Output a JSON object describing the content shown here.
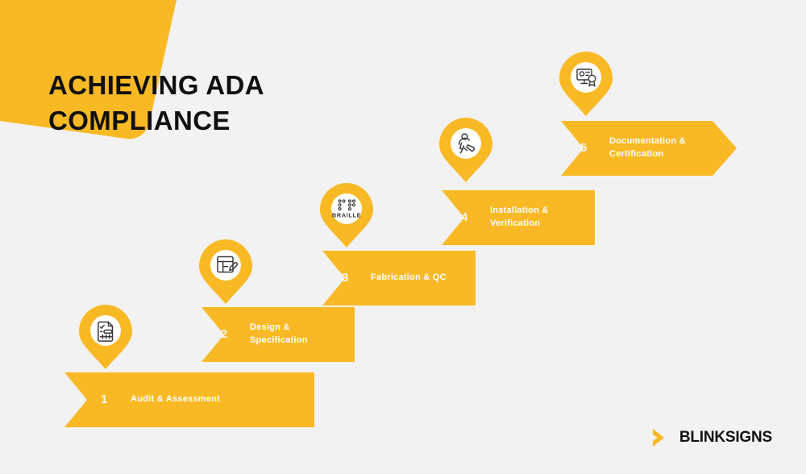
{
  "theme": {
    "background": "#f2f2f2",
    "accent": "#f9b925",
    "accent_dark": "#f2ae18",
    "title_color": "#101010",
    "step_text_color": "#ffffff",
    "icon_stroke": "#3a3a3a"
  },
  "header": {
    "title": "Achieving ADA\nCompliance"
  },
  "process": {
    "steps": [
      {
        "number": "1",
        "label": "Audit & Assessment",
        "icon": "document-checklist-icon"
      },
      {
        "number": "2",
        "label": "Design &\nSpecification",
        "icon": "drafting-board-pencil-icon"
      },
      {
        "number": "3",
        "label": "Fabrication & QC",
        "icon": "braille-dots-icon",
        "icon_caption": "BRAILLE"
      },
      {
        "number": "4",
        "label": "Installation &\nVerification",
        "icon": "worker-installing-icon"
      },
      {
        "number": "5",
        "label": "Documentation &\nCertification",
        "icon": "certificate-award-icon"
      }
    ]
  },
  "footer": {
    "logo_mark": "chevron-right-icon",
    "logo_text": "BLINKSIGNS"
  }
}
